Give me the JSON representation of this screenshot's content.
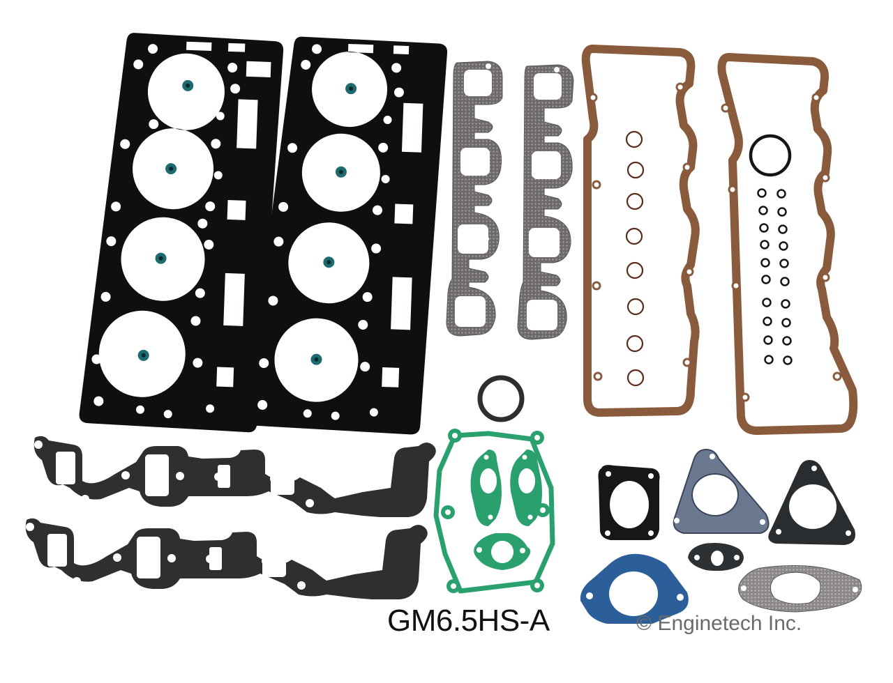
{
  "product": {
    "part_number": "GM6.5HS-A",
    "copyright": "© Enginetech Inc."
  },
  "colors": {
    "background": "#ffffff",
    "head_gasket": "#0d0f10",
    "valve_seal": "#1d6a6f",
    "exhaust_gasket": "#6e6a6a",
    "valve_cover": "#8a5a3c",
    "intake_gasket": "#2f2f2f",
    "green_gasket": "#2aa06f",
    "blue_gasket": "#2c5f99",
    "slate_gasket": "#6a7890",
    "dark_gasket": "#2a2d30",
    "o_ring_dark": "#1a1a1a",
    "o_ring_brown": "#5a2a1a"
  },
  "components": [
    {
      "name": "cylinder-head-gasket-left"
    },
    {
      "name": "cylinder-head-gasket-right"
    },
    {
      "name": "exhaust-manifold-gasket-left"
    },
    {
      "name": "exhaust-manifold-gasket-right"
    },
    {
      "name": "valve-cover-gasket-left"
    },
    {
      "name": "valve-cover-gasket-right"
    },
    {
      "name": "intake-manifold-gasket-top"
    },
    {
      "name": "intake-manifold-gasket-bottom"
    },
    {
      "name": "front-cover-gasket"
    },
    {
      "name": "o-ring-set"
    }
  ]
}
